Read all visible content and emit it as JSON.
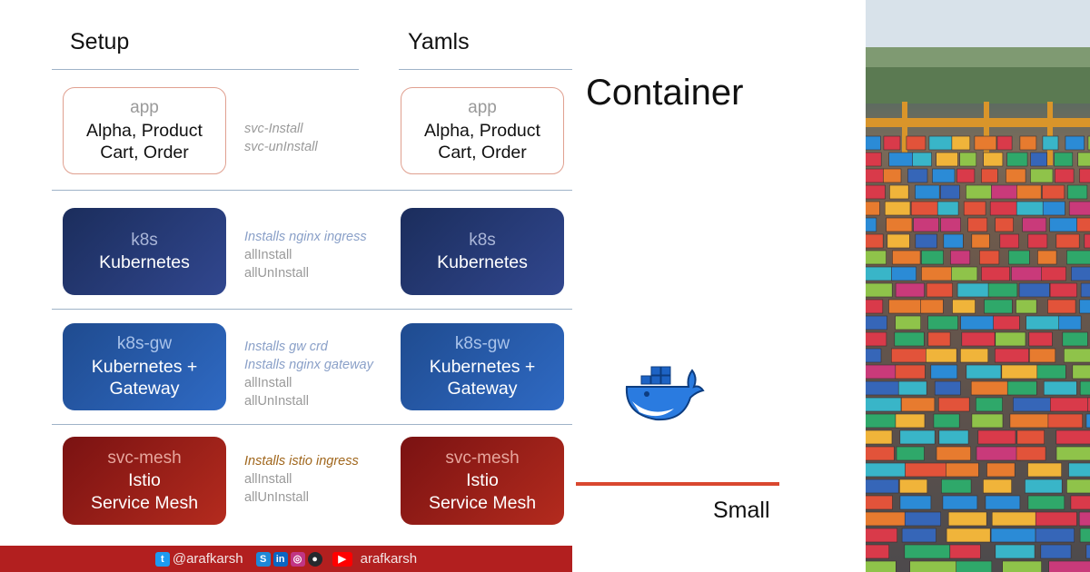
{
  "headers": {
    "setup": "Setup",
    "yamls": "Yamls"
  },
  "setup_cards": [
    {
      "sub": "app",
      "lines": [
        "Alpha, Product",
        "Cart, Order"
      ]
    },
    {
      "sub": "k8s",
      "lines": [
        "Kubernetes"
      ]
    },
    {
      "sub": "k8s-gw",
      "lines": [
        "Kubernetes +",
        "Gateway"
      ]
    },
    {
      "sub": "svc-mesh",
      "lines": [
        "Istio",
        "Service Mesh"
      ]
    }
  ],
  "yaml_cards": [
    {
      "sub": "app",
      "lines": [
        "Alpha, Product",
        "Cart, Order"
      ]
    },
    {
      "sub": "k8s",
      "lines": [
        "Kubernetes"
      ]
    },
    {
      "sub": "k8s-gw",
      "lines": [
        "Kubernetes +",
        "Gateway"
      ]
    },
    {
      "sub": "svc-mesh",
      "lines": [
        "Istio",
        "Service Mesh"
      ]
    }
  ],
  "notes": {
    "app": [
      "svc-Install",
      "svc-unInstall"
    ],
    "k8s": [
      "Installs nginx ingress",
      "allInstall",
      "allUnInstall"
    ],
    "gw": [
      "Installs gw crd",
      "Installs nginx gateway",
      "allInstall",
      "allUnInstall"
    ],
    "mesh": [
      "Installs istio ingress",
      "allInstall",
      "allUnInstall"
    ]
  },
  "container_title": "Container",
  "small_label": "Small",
  "footer": {
    "twitter_handle": "@arafkarsh",
    "youtube_handle": "arafkarsh",
    "icons": [
      "twitter-icon",
      "skype-icon",
      "linkedin-icon",
      "instagram-icon",
      "github-icon",
      "youtube-icon"
    ]
  },
  "colors": {
    "k8s": "#1b2d5c",
    "gateway": "#2f6ac4",
    "mesh": "#b42b1e",
    "footer": "#b21f1f",
    "divider": "#d9472f"
  }
}
